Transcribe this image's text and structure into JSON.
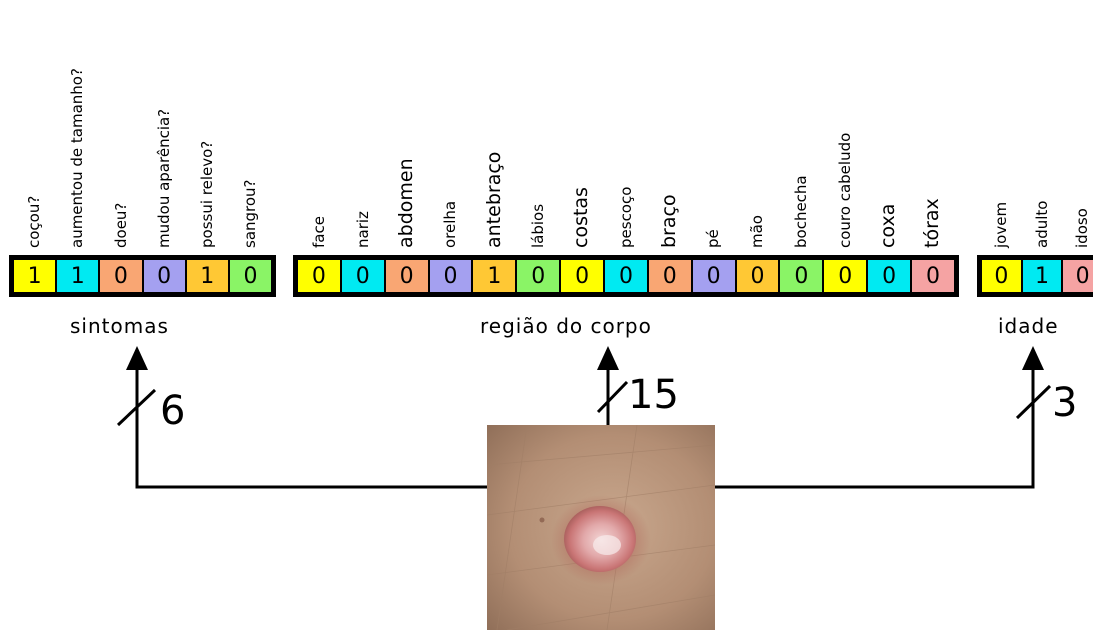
{
  "colors": {
    "yellow": "#ffff00",
    "cyan": "#00eaf2",
    "orange": "#f9a673",
    "purple": "#a4a0f0",
    "gold": "#ffc834",
    "green": "#8af466",
    "pink": "#f5a3a3"
  },
  "groups": {
    "symptoms": {
      "label": "sintomas",
      "count": "6",
      "features": [
        {
          "name": "coçou?",
          "value": "1",
          "color": "yellow"
        },
        {
          "name": "aumentou de tamanho?",
          "value": "1",
          "color": "cyan"
        },
        {
          "name": "doeu?",
          "value": "0",
          "color": "orange"
        },
        {
          "name": "mudou aparência?",
          "value": "0",
          "color": "purple"
        },
        {
          "name": "possui relevo?",
          "value": "1",
          "color": "gold"
        },
        {
          "name": "sangrou?",
          "value": "0",
          "color": "green"
        }
      ]
    },
    "region": {
      "label": "região do corpo",
      "count": "15",
      "features": [
        {
          "name": "face",
          "value": "0",
          "color": "yellow"
        },
        {
          "name": "nariz",
          "value": "0",
          "color": "cyan"
        },
        {
          "name": "abdomen",
          "value": "0",
          "color": "orange"
        },
        {
          "name": "orelha",
          "value": "0",
          "color": "purple"
        },
        {
          "name": "antebraço",
          "value": "1",
          "color": "gold"
        },
        {
          "name": "lábios",
          "value": "0",
          "color": "green"
        },
        {
          "name": "costas",
          "value": "0",
          "color": "yellow"
        },
        {
          "name": "pescoço",
          "value": "0",
          "color": "cyan"
        },
        {
          "name": "braço",
          "value": "0",
          "color": "orange"
        },
        {
          "name": "pé",
          "value": "0",
          "color": "purple"
        },
        {
          "name": "mão",
          "value": "0",
          "color": "gold"
        },
        {
          "name": "bochecha",
          "value": "0",
          "color": "green"
        },
        {
          "name": "couro cabeludo",
          "value": "0",
          "color": "yellow"
        },
        {
          "name": "coxa",
          "value": "0",
          "color": "cyan"
        },
        {
          "name": "tórax",
          "value": "0",
          "color": "pink"
        }
      ]
    },
    "age": {
      "label": "idade",
      "count": "3",
      "features": [
        {
          "name": "jovem",
          "value": "0",
          "color": "yellow"
        },
        {
          "name": "adulto",
          "value": "1",
          "color": "cyan"
        },
        {
          "name": "idoso",
          "value": "0",
          "color": "pink"
        }
      ]
    }
  }
}
